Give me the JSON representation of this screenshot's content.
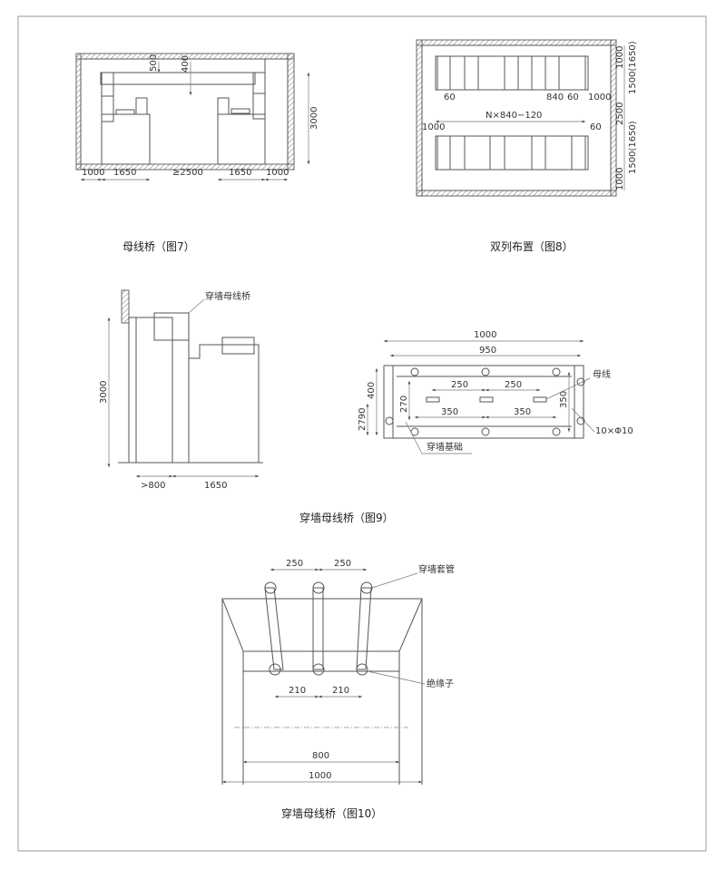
{
  "figures": {
    "fig7": {
      "caption": "母线桥（图7）",
      "dims": {
        "top1": "500",
        "top2": "400",
        "height": "3000",
        "d1": "1000",
        "d2": "1650",
        "d3": "≥2500",
        "d4": "1650",
        "d5": "1000"
      }
    },
    "fig8": {
      "caption": "双列布置（图8）",
      "dims": {
        "a": "60",
        "b": "840",
        "c": "60",
        "d": "1000",
        "span": "N×840−120",
        "e": "1000",
        "f": "60",
        "r1": "1000",
        "r2": "1500(1650)",
        "r3": "2500",
        "r4": "1500(1650)",
        "r5": "1000"
      }
    },
    "fig9": {
      "caption": "穿墙母线桥（图9）",
      "label_bridge": "穿墙母线桥",
      "dims": {
        "height": "3000",
        "w1": ">800",
        "w2": "1650"
      },
      "plan": {
        "w_outer": "1000",
        "w_inner": "950",
        "s1": "250",
        "s2": "250",
        "h1": "400",
        "h2": "270",
        "h3": "2790",
        "p1": "350",
        "p2": "350",
        "v1": "350",
        "label_busbar": "母线",
        "label_holes": "10×Φ10",
        "label_base": "穿墙基础"
      }
    },
    "fig10": {
      "caption": "穿墙母线桥（图10）",
      "label_bushing": "穿墙套管",
      "label_insulator": "绝缘子",
      "dims": {
        "t1": "250",
        "t2": "250",
        "b1": "210",
        "b2": "210",
        "w1": "800",
        "w2": "1000"
      }
    }
  }
}
